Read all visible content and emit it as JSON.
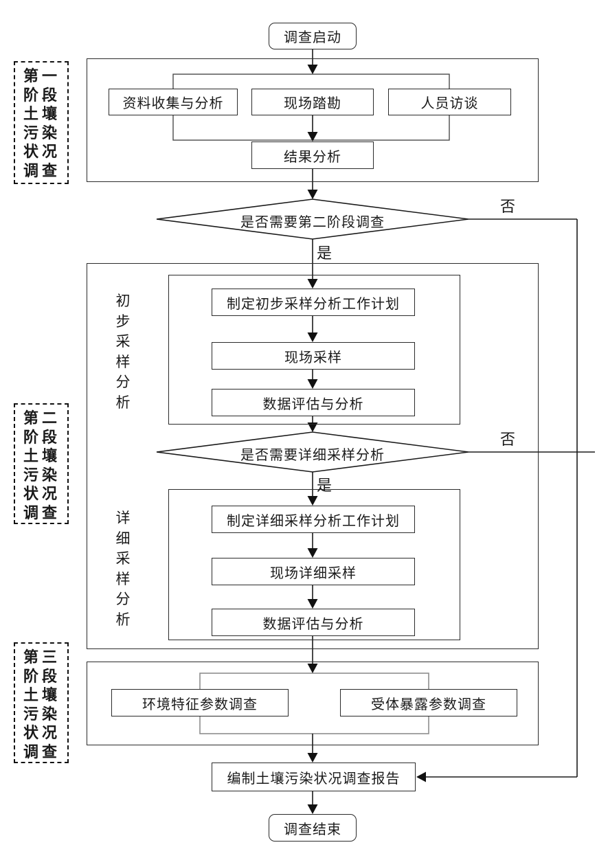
{
  "flow": {
    "start": "调查启动",
    "stage1": {
      "label": "第一阶段土壤污染状况调查",
      "tasks": [
        "资料收集与分析",
        "现场踏勘",
        "人员访谈"
      ],
      "result": "结果分析"
    },
    "decision1": {
      "text": "是否需要第二阶段调查",
      "yes": "是",
      "no": "否"
    },
    "stage2": {
      "label": "第二阶段土壤污染状况调查",
      "preliminary": {
        "label": "初步采样分析",
        "steps": [
          "制定初步采样分析工作计划",
          "现场采样",
          "数据评估与分析"
        ]
      },
      "decision2": {
        "text": "是否需要详细采样分析",
        "yes": "是",
        "no": "否"
      },
      "detailed": {
        "label": "详细采样分析",
        "steps": [
          "制定详细采样分析工作计划",
          "现场详细采样",
          "数据评估与分析"
        ]
      }
    },
    "stage3": {
      "label": "第三阶段土壤污染状况调查",
      "tasks": [
        "环境特征参数调查",
        "受体暴露参数调查"
      ]
    },
    "report": "编制土壤污染状况调查报告",
    "end": "调查结束"
  },
  "colors": {
    "line": "#1a1a1a",
    "background": "#ffffff"
  }
}
